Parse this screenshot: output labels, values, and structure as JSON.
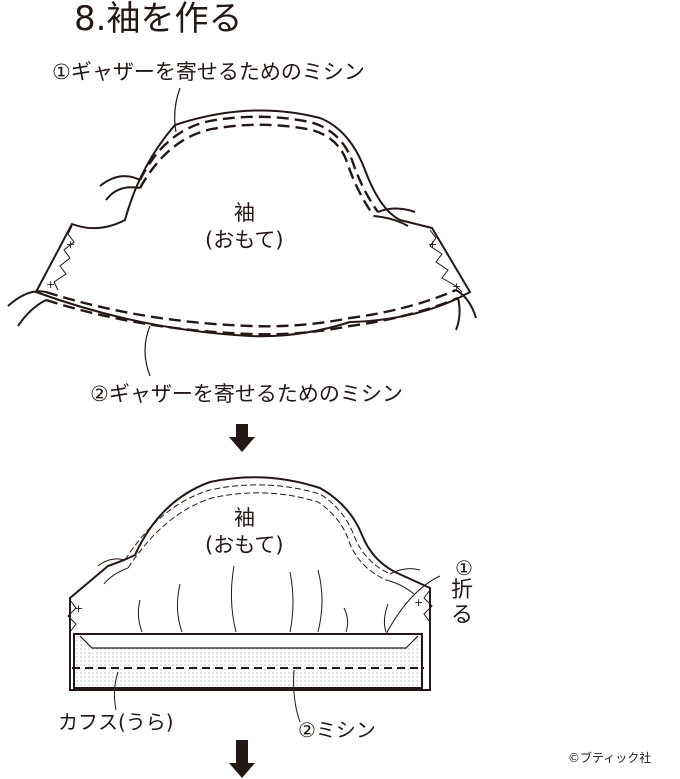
{
  "title": "8.袖を作る",
  "label_gather_stitch_1": "①ギャザーを寄せるためのミシン",
  "label_gather_stitch_2": "②ギャザーを寄せるためのミシン",
  "sleeve_label_top": {
    "line1": "袖",
    "line2": "(おもて)"
  },
  "sleeve_label_bottom": {
    "line1": "袖",
    "line2": "(おもて)"
  },
  "fold_step": {
    "number": "①",
    "char1": "折",
    "char2": "る"
  },
  "cuff_label": "カフス(うら)",
  "sew_label": "②ミシン",
  "credit": "©ブティック社",
  "colors": {
    "line": "#231815",
    "fill": "#ffffff",
    "dots": "#9a9a9a"
  },
  "icons": [
    "down-arrow-icon",
    "down-arrow-icon"
  ]
}
